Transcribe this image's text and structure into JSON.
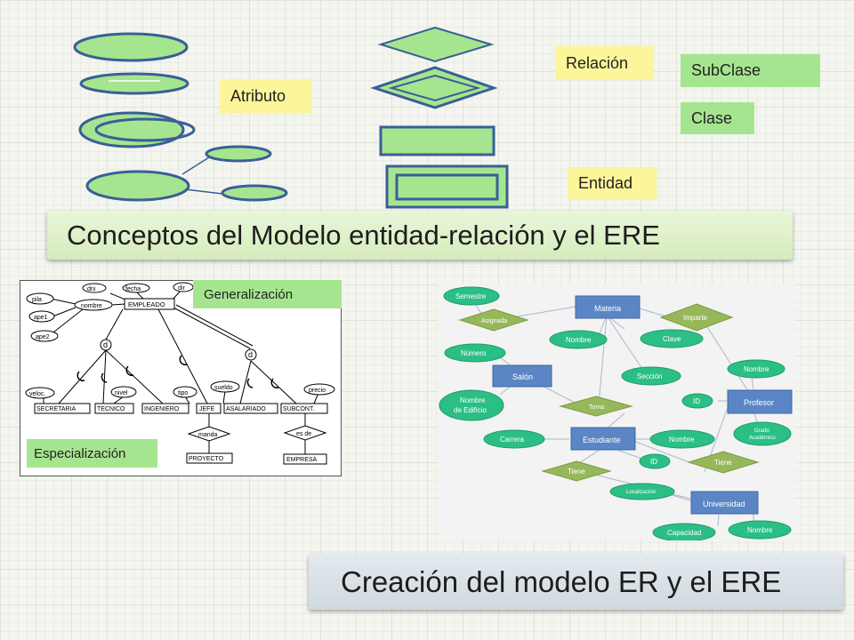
{
  "legend": {
    "atributo": "Atributo",
    "relacion": "Relación",
    "subclase": "SubClase",
    "clase": "Clase",
    "entidad": "Entidad"
  },
  "title_top": "Conceptos del Modelo entidad-relación y el ERE",
  "title_bottom": "Creación del modelo ER y el ERE",
  "diagram_left": {
    "generalizacion": "Generalización",
    "especializacion": "Especialización",
    "entities": {
      "empleado": "EMPLEADO",
      "secretaria": "SECRETARIA",
      "tecnico": "TECNICO",
      "ingeniero": "INGENIERO",
      "jefe": "JEFE",
      "asalariado": "ASALARIADO",
      "subcont": "SUBCONT.",
      "proyecto": "PROYECTO",
      "empresa": "EMPRESA"
    },
    "attributes": {
      "dni": "dni",
      "fecha": "fecha",
      "dir": "dir",
      "pila": "pila",
      "ape1": "ape1",
      "ape2": "ape2",
      "nombre": "nombre",
      "veloc": "veloc.",
      "nivel": "nivel",
      "tipo": "tipo",
      "sueldo": "sueldo",
      "precio": "precio"
    },
    "relations": {
      "manda": "manda",
      "esde": "es de"
    },
    "disjoint": "d"
  },
  "diagram_right": {
    "entities": {
      "materia": "Materia",
      "salon": "Salón",
      "estudiante": "Estudiante",
      "profesor": "Profesor",
      "universidad": "Universidad"
    },
    "relations": {
      "asignada": "Asignada",
      "imparte": "Imparte",
      "toma": "Toma",
      "tiene1": "Tiene",
      "tiene2": "Tiene"
    },
    "attributes": {
      "semestre": "Semestre",
      "nombre1": "Nombre",
      "clave": "Clave",
      "numero": "Número",
      "seccion": "Sección",
      "nombre_edificio_1": "Nombre",
      "nombre_edificio_2": "de Edificio",
      "nombre2": "Nombre",
      "id1": "ID",
      "carrera": "Carrera",
      "nombre3": "Nombre",
      "grado1": "Grado",
      "grado2": "Académico",
      "id2": "ID",
      "localizacion": "Localización",
      "capacidad": "Capacidad",
      "nombre4": "Nombre"
    }
  },
  "colors": {
    "shape_fill": "#a6e58f",
    "shape_stroke": "#3a5f96",
    "label_yellow": "#fdf59a",
    "label_green": "#a6e58f",
    "er_entity": "#5b85c4",
    "er_attr": "#2bbf86",
    "er_rel": "#96b85a"
  }
}
